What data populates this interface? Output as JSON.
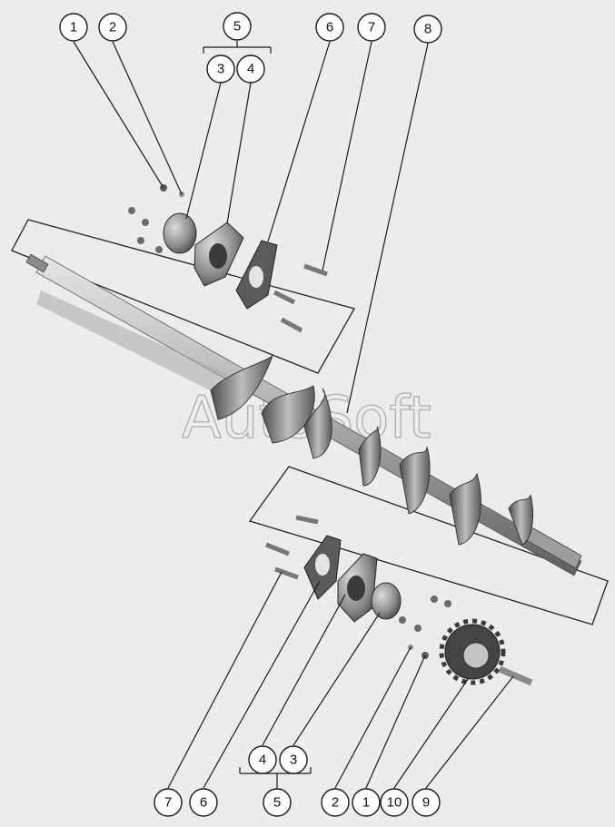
{
  "watermark": "AutoSoft",
  "callouts_top": {
    "c1": "1",
    "c2": "2",
    "c5": "5",
    "c3": "3",
    "c4": "4",
    "c6": "6",
    "c7": "7",
    "c8": "8"
  },
  "callouts_bottom": {
    "c7": "7",
    "c6": "6",
    "c4": "4",
    "c3": "3",
    "c5": "5",
    "c2": "2",
    "c1": "1",
    "c10": "10",
    "c9": "9"
  },
  "colors": {
    "background": "#ececec",
    "metal_dark": "#3a3a3a",
    "metal_mid": "#8c8c8c",
    "metal_light": "#cfcfcf"
  }
}
